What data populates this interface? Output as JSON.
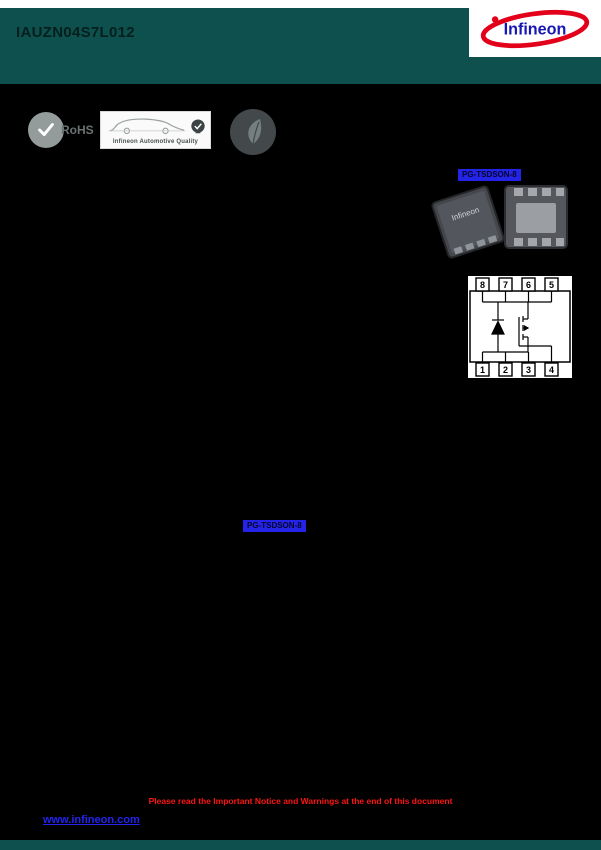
{
  "colors": {
    "header_teal": "#0e504d",
    "page_bg": "#000000",
    "highlight_blue": "#2424e8",
    "notice_red": "#ff1414",
    "logo_red": "#e2001a",
    "logo_blue": "#1717b5"
  },
  "header": {
    "part_number": "IAUZN04S7L012",
    "logo_text": "Infineon"
  },
  "badges": {
    "rohs_label": "RoHS",
    "automotive_label": "Infineon Automotive Quality",
    "green_icon": "leaf-icon"
  },
  "package": {
    "photo_label": "PG-TSDSON-8",
    "body_label": "PG-TSDSON-8",
    "chip_brand": "Infineon",
    "pins_top": [
      "8",
      "7",
      "6",
      "5"
    ],
    "pins_bottom": [
      "1",
      "2",
      "3",
      "4"
    ]
  },
  "footer": {
    "notice": "Please read the Important Notice and Warnings at the end of this document",
    "link": "www.infineon.com"
  }
}
